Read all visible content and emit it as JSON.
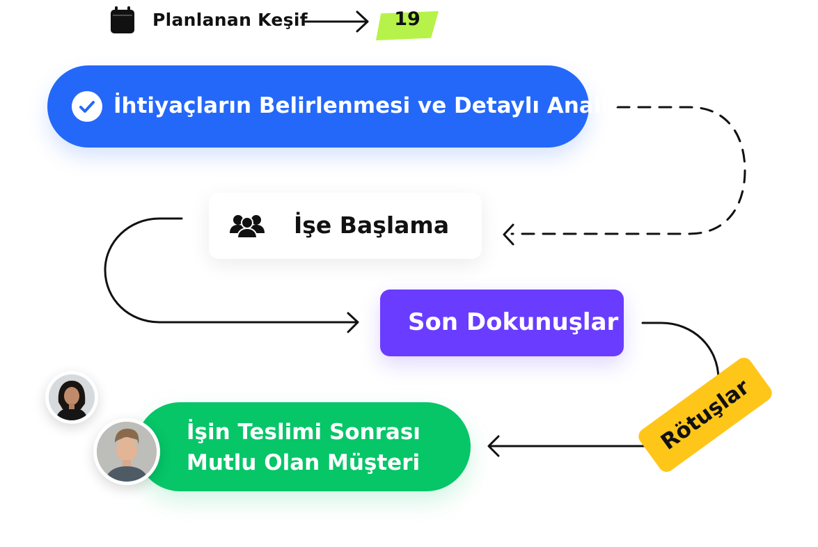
{
  "header": {
    "icon": "calendar-icon",
    "label": "Planlanan Keşif",
    "badge": "19",
    "badge_color": "#b6f24a"
  },
  "steps": [
    {
      "label": "İhtiyaçların Belirlenmesi ve Detaylı Analiz",
      "color": "#2468f9",
      "icon": "check-circle-icon"
    },
    {
      "label": "İşe Başlama",
      "color": "#ffffff",
      "icon": "users-icon"
    },
    {
      "label": "Son Dokunuşlar",
      "color": "#6a3cff"
    },
    {
      "label_line1": "İşin Teslimi Sonrası",
      "label_line2": "Mutlu Olan Müşteri",
      "color": "#06c668"
    }
  ],
  "tag": {
    "label": "Rötuşlar",
    "color": "#ffc61a"
  },
  "avatars": [
    "avatar-woman",
    "avatar-man"
  ]
}
